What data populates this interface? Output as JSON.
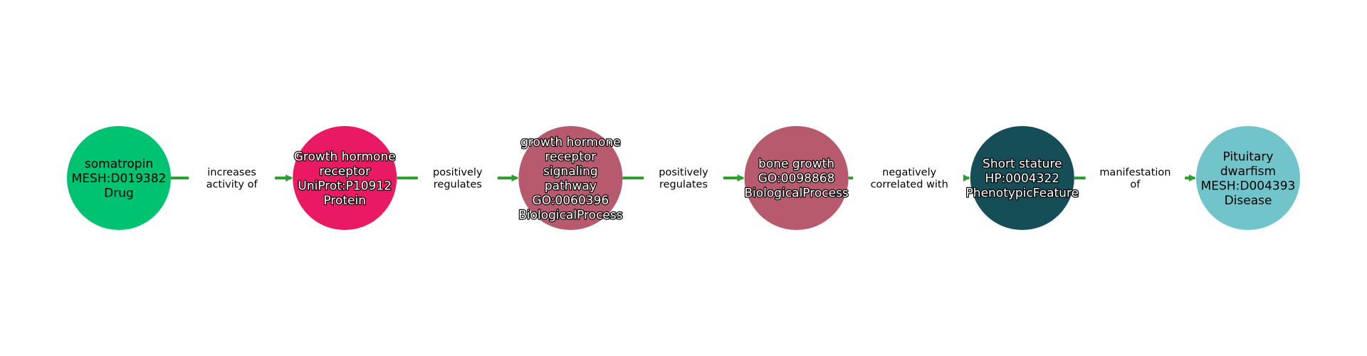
{
  "edge_color": "#2ca02c",
  "nodes": [
    {
      "lines": [
        "somatropin",
        "MESH:D019382",
        "Drug"
      ],
      "color": "#00c371",
      "outlined": false
    },
    {
      "lines": [
        "Growth hormone",
        "receptor",
        "UniProt:P10912",
        "Protein"
      ],
      "color": "#e91a63",
      "outlined": true
    },
    {
      "lines": [
        "growth hormone",
        "receptor",
        "signaling",
        "pathway",
        "GO:0060396",
        "BiologicalProcess"
      ],
      "color": "#b75a6e",
      "outlined": true
    },
    {
      "lines": [
        "bone growth",
        "GO:0098868",
        "BiologicalProcess"
      ],
      "color": "#b75a6e",
      "outlined": true
    },
    {
      "lines": [
        "Short stature",
        "HP:0004322",
        "PhenotypicFeature"
      ],
      "color": "#164e57",
      "outlined": true
    },
    {
      "lines": [
        "Pituitary",
        "dwarfism",
        "MESH:D004393",
        "Disease"
      ],
      "color": "#71c5ca",
      "outlined": false
    }
  ],
  "edges": [
    {
      "lines": [
        "increases",
        "activity of"
      ]
    },
    {
      "lines": [
        "positively",
        "regulates"
      ]
    },
    {
      "lines": [
        "positively",
        "regulates"
      ]
    },
    {
      "lines": [
        "negatively",
        "correlated with"
      ]
    },
    {
      "lines": [
        "manifestation",
        "of"
      ]
    }
  ]
}
